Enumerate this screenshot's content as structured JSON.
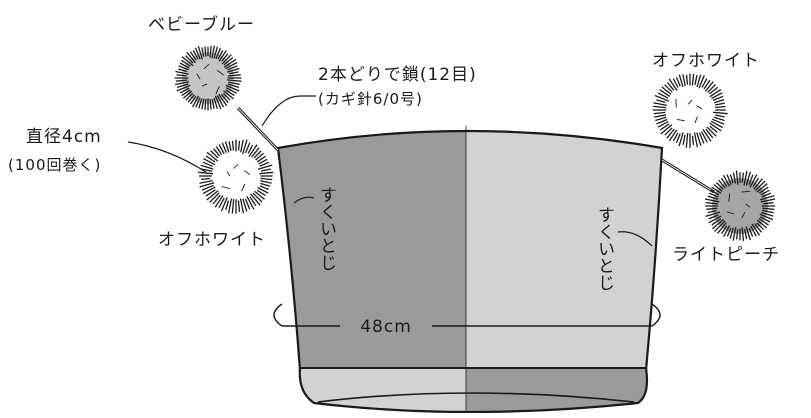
{
  "labels": {
    "pompom_top_left_color": "ベビーブルー",
    "cord_spec_line1": "2本どりで鎖(12目)",
    "cord_spec_line2": "(カギ針6/0号)",
    "pompom_size_line1": "直径4cm",
    "pompom_size_line2": "(100回巻く)",
    "pompom_bottom_left_color": "オフホワイト",
    "pompom_top_right_color": "オフホワイト",
    "pompom_bottom_right_color": "ライトピーチ",
    "seam_left": "すくいとじ",
    "seam_right": "すくいとじ",
    "width_measure": "48cm"
  },
  "colors": {
    "left_panel": "#9b9b9b",
    "right_panel": "#d2d2d2",
    "baby_blue_pompom": "#c4c4c4",
    "off_white_pompom": "#ffffff",
    "light_peach_pompom": "#a6a6a6",
    "outline": "#1a1a1a"
  }
}
